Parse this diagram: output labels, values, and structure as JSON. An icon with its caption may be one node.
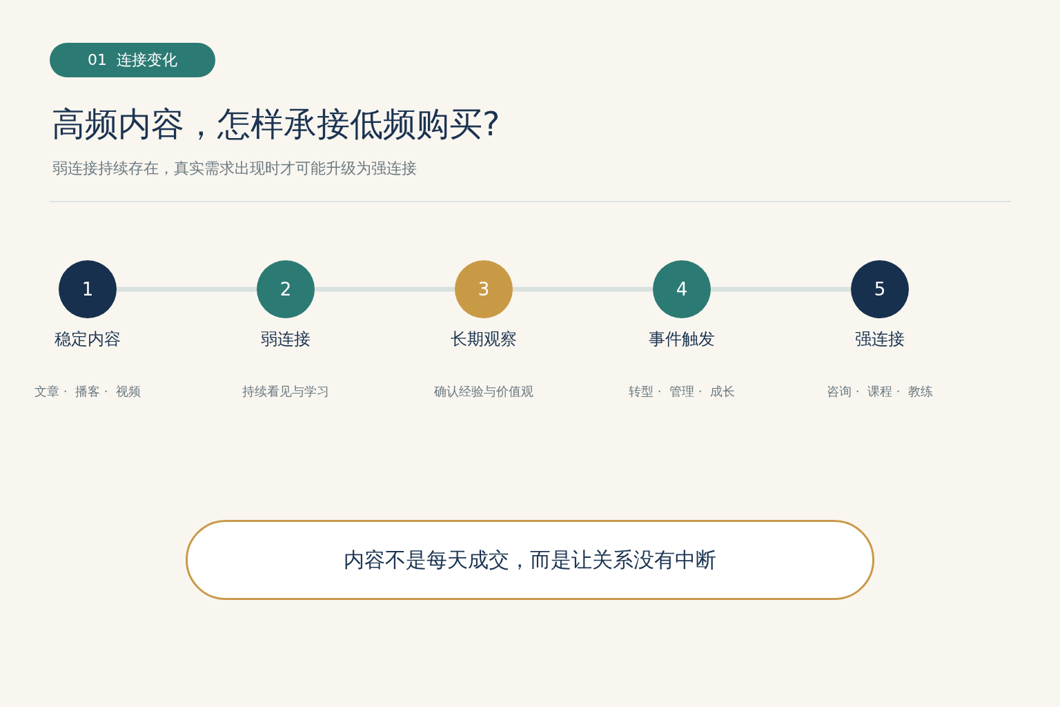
{
  "diagram": {
    "title": "高频内容，怎样承接低频购买?",
    "nodes": [
      {
        "text": [
          "01  连接变化"
        ]
      },
      {
        "text": [
          "1"
        ],
        "beside": [
          "稳定内容",
          "文章 ·  播客 ·  视频"
        ]
      },
      {
        "text": [
          "2"
        ],
        "beside": [
          "弱连接",
          "持续看见与学习"
        ]
      },
      {
        "text": [
          "3"
        ],
        "beside": [
          "长期观察",
          "确认经验与价值观"
        ]
      },
      {
        "text": [
          "4"
        ],
        "beside": [
          "事件触发",
          "转型 ·  管理 ·  成长"
        ]
      },
      {
        "text": [
          "5"
        ],
        "beside": [
          "强连接",
          "咨询 ·  课程 ·  教练"
        ]
      },
      {
        "text": [
          "内容不是每天成交，而是让关系没有中断"
        ]
      }
    ],
    "edges": [
      {
        "from": 1,
        "to": 2,
        "arrow": "none"
      },
      {
        "from": 2,
        "to": 3,
        "arrow": "none"
      },
      {
        "from": 3,
        "to": 4,
        "arrow": "none"
      },
      {
        "from": 4,
        "to": 5,
        "arrow": "none"
      }
    ],
    "labels": [
      "弱连接持续存在，真实需求出现时才可能升级为强连接"
    ]
  }
}
